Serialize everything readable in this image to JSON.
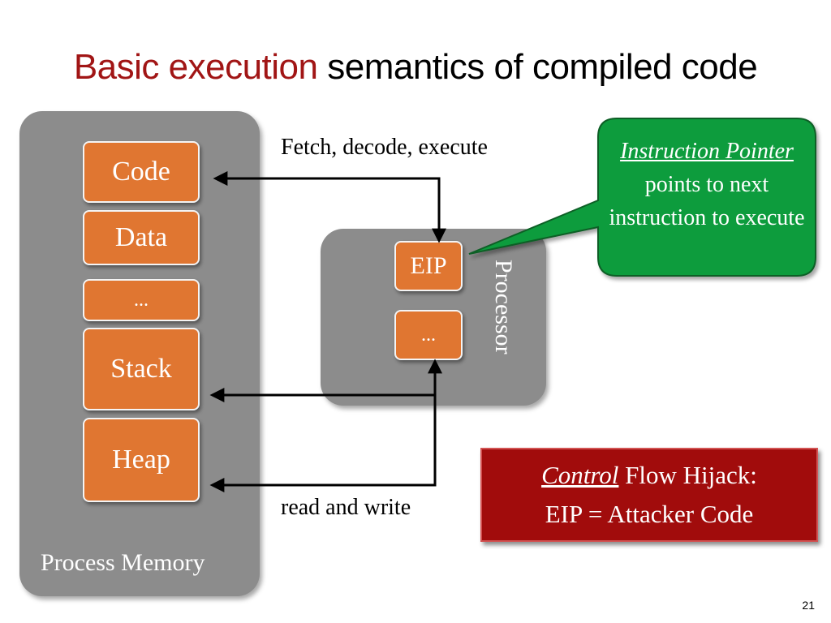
{
  "title": {
    "accent": "Basic execution",
    "rest": "semantics of compiled code"
  },
  "memory": {
    "label": "Process Memory",
    "segments": {
      "code": "Code",
      "data": "Data",
      "ellipsis": "...",
      "stack": "Stack",
      "heap": "Heap"
    }
  },
  "processor": {
    "label": "Processor",
    "eip": "EIP",
    "ellipsis": "..."
  },
  "captions": {
    "fetch": "Fetch, decode, execute",
    "rw": "read and write"
  },
  "callout": {
    "emph": "Instruction Pointer",
    "rest": "points to next instruction to execute"
  },
  "hijack": {
    "emph": "Control",
    "line1_rest": "Flow Hijack:",
    "line2": "EIP = Attacker Code"
  },
  "slide_number": "21",
  "colors": {
    "accent": "#a11515",
    "orange": "#e07631",
    "panel": "#8c8c8c",
    "callout": "#109c3c",
    "hijack": "#a10c0c"
  }
}
